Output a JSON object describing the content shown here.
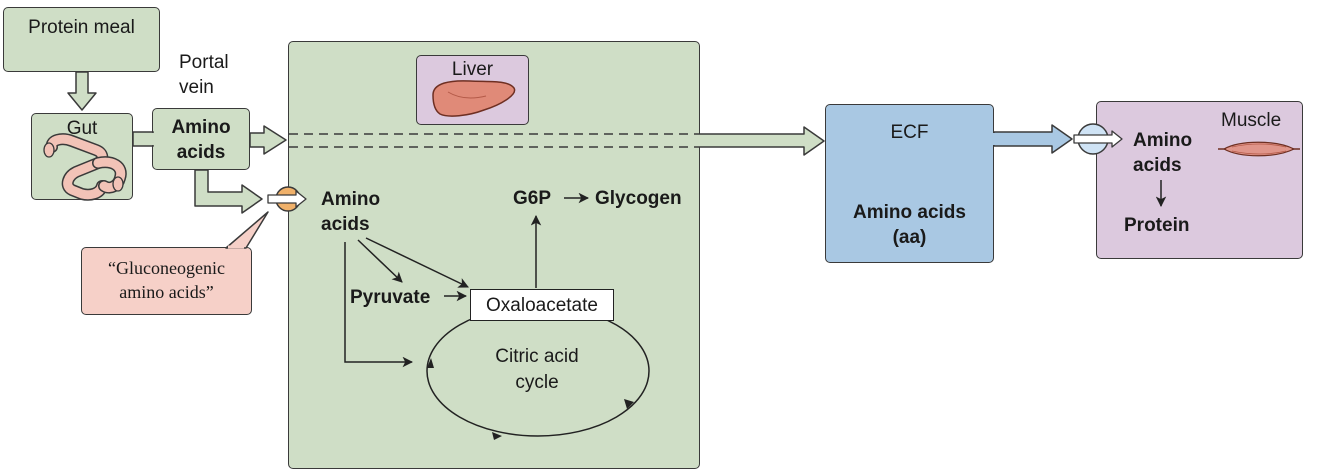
{
  "protein_meal": "Protein meal",
  "portal_vein": "Portal vein",
  "gut": "Gut",
  "gut_amino_acids": "Amino acids",
  "gluconeogenic": "“Gluconeogenic amino acids”",
  "liver": "Liver",
  "liver_amino_acids": "Amino acids",
  "g6p": "G6P",
  "glycogen": "Glycogen",
  "pyruvate": "Pyruvate",
  "oxaloacetate": "Oxaloacetate",
  "citric_acid_cycle": "Citric acid cycle",
  "ecf": "ECF",
  "ecf_amino_acids": "Amino acids (aa)",
  "muscle": "Muscle",
  "muscle_amino_acids": "Amino acids",
  "protein": "Protein",
  "colors": {
    "green_fill": "#cfdec6",
    "blue_fill": "#a9c8e3",
    "purple_fill": "#dcc9de",
    "pink_fill": "#f6d0c8",
    "liver_organ": "#e08a78",
    "transporter_orange": "#f0b16a",
    "transporter_blue": "#cfe3f5"
  },
  "icons": [
    "gut-icon",
    "liver-organ-icon",
    "muscle-icon",
    "transporter-icon"
  ]
}
